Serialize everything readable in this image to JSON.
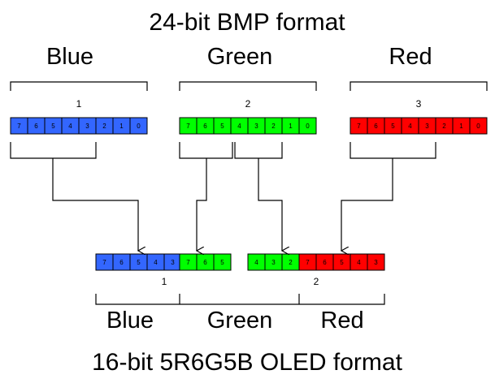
{
  "title_top": "24-bit BMP format",
  "title_bottom": "16-bit 5R6G5B OLED format",
  "top_channels": [
    "Blue",
    "Green",
    "Red"
  ],
  "top_byte_labels": [
    "1",
    "2",
    "3"
  ],
  "top_registers": [
    {
      "color": "#3366ff",
      "bits": [
        "7",
        "6",
        "5",
        "4",
        "3",
        "2",
        "1",
        "0"
      ]
    },
    {
      "color": "#00ff00",
      "bits": [
        "7",
        "6",
        "5",
        "4",
        "3",
        "2",
        "1",
        "0"
      ]
    },
    {
      "color": "#ff0000",
      "bits": [
        "7",
        "6",
        "5",
        "4",
        "3",
        "2",
        "1",
        "0"
      ]
    }
  ],
  "bottom_registers": [
    {
      "color": "#3366ff",
      "bits": [
        "7",
        "6",
        "5",
        "4",
        "3"
      ]
    },
    {
      "color": "#00ff00",
      "bits": [
        "7",
        "6",
        "5"
      ]
    },
    {
      "color": "#00ff00",
      "bits": [
        "4",
        "3",
        "2"
      ]
    },
    {
      "color": "#ff0000",
      "bits": [
        "7",
        "6",
        "5",
        "4",
        "3"
      ]
    }
  ],
  "bottom_byte_labels": [
    "1",
    "2"
  ],
  "bottom_channels": [
    "Blue",
    "Green",
    "Red"
  ]
}
